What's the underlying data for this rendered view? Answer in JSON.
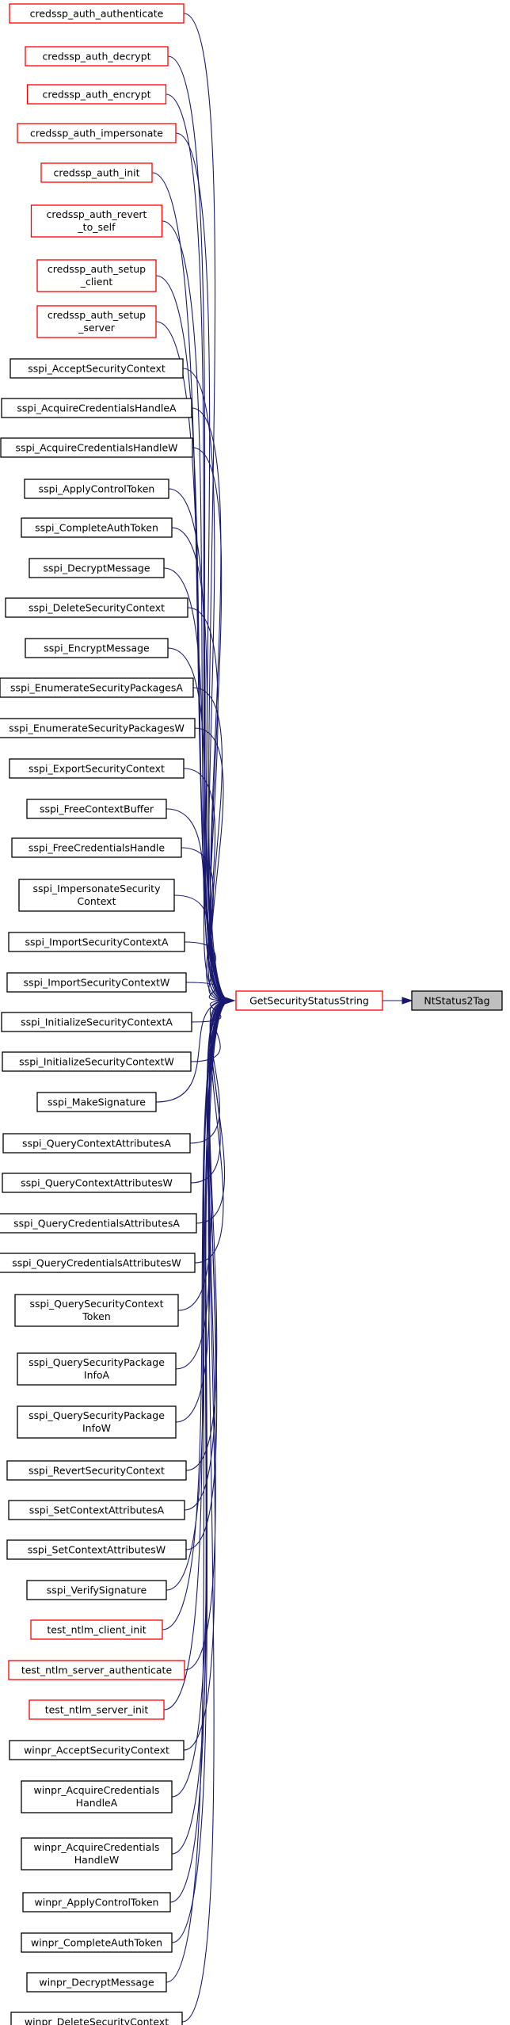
{
  "diagram": {
    "center": {
      "label": "GetSecurityStatusString",
      "style": "red"
    },
    "target": {
      "label": "NtStatus2Tag",
      "style": "target"
    },
    "callers": [
      {
        "lines": [
          "credssp_auth_authenticate"
        ],
        "style": "red"
      },
      {
        "lines": [
          "credssp_auth_decrypt"
        ],
        "style": "red"
      },
      {
        "lines": [
          "credssp_auth_encrypt"
        ],
        "style": "red"
      },
      {
        "lines": [
          "credssp_auth_impersonate"
        ],
        "style": "red"
      },
      {
        "lines": [
          "credssp_auth_init"
        ],
        "style": "red"
      },
      {
        "lines": [
          "credssp_auth_revert",
          "_to_self"
        ],
        "style": "red"
      },
      {
        "lines": [
          "credssp_auth_setup",
          "_client"
        ],
        "style": "red"
      },
      {
        "lines": [
          "credssp_auth_setup",
          "_server"
        ],
        "style": "red"
      },
      {
        "lines": [
          "sspi_AcceptSecurityContext"
        ],
        "style": "black"
      },
      {
        "lines": [
          "sspi_AcquireCredentialsHandleA"
        ],
        "style": "black"
      },
      {
        "lines": [
          "sspi_AcquireCredentialsHandleW"
        ],
        "style": "black"
      },
      {
        "lines": [
          "sspi_ApplyControlToken"
        ],
        "style": "black"
      },
      {
        "lines": [
          "sspi_CompleteAuthToken"
        ],
        "style": "black"
      },
      {
        "lines": [
          "sspi_DecryptMessage"
        ],
        "style": "black"
      },
      {
        "lines": [
          "sspi_DeleteSecurityContext"
        ],
        "style": "black"
      },
      {
        "lines": [
          "sspi_EncryptMessage"
        ],
        "style": "black"
      },
      {
        "lines": [
          "sspi_EnumerateSecurityPackagesA"
        ],
        "style": "black"
      },
      {
        "lines": [
          "sspi_EnumerateSecurityPackagesW"
        ],
        "style": "black"
      },
      {
        "lines": [
          "sspi_ExportSecurityContext"
        ],
        "style": "black"
      },
      {
        "lines": [
          "sspi_FreeContextBuffer"
        ],
        "style": "black"
      },
      {
        "lines": [
          "sspi_FreeCredentialsHandle"
        ],
        "style": "black"
      },
      {
        "lines": [
          "sspi_ImpersonateSecurity",
          "Context"
        ],
        "style": "black"
      },
      {
        "lines": [
          "sspi_ImportSecurityContextA"
        ],
        "style": "black"
      },
      {
        "lines": [
          "sspi_ImportSecurityContextW"
        ],
        "style": "black"
      },
      {
        "lines": [
          "sspi_InitializeSecurityContextA"
        ],
        "style": "black"
      },
      {
        "lines": [
          "sspi_InitializeSecurityContextW"
        ],
        "style": "black"
      },
      {
        "lines": [
          "sspi_MakeSignature"
        ],
        "style": "black"
      },
      {
        "lines": [
          "sspi_QueryContextAttributesA"
        ],
        "style": "black"
      },
      {
        "lines": [
          "sspi_QueryContextAttributesW"
        ],
        "style": "black"
      },
      {
        "lines": [
          "sspi_QueryCredentialsAttributesA"
        ],
        "style": "black"
      },
      {
        "lines": [
          "sspi_QueryCredentialsAttributesW"
        ],
        "style": "black"
      },
      {
        "lines": [
          "sspi_QuerySecurityContext",
          "Token"
        ],
        "style": "black"
      },
      {
        "lines": [
          "sspi_QuerySecurityPackage",
          "InfoA"
        ],
        "style": "black"
      },
      {
        "lines": [
          "sspi_QuerySecurityPackage",
          "InfoW"
        ],
        "style": "black"
      },
      {
        "lines": [
          "sspi_RevertSecurityContext"
        ],
        "style": "black"
      },
      {
        "lines": [
          "sspi_SetContextAttributesA"
        ],
        "style": "black"
      },
      {
        "lines": [
          "sspi_SetContextAttributesW"
        ],
        "style": "black"
      },
      {
        "lines": [
          "sspi_VerifySignature"
        ],
        "style": "black"
      },
      {
        "lines": [
          "test_ntlm_client_init"
        ],
        "style": "red"
      },
      {
        "lines": [
          "test_ntlm_server_authenticate"
        ],
        "style": "red"
      },
      {
        "lines": [
          "test_ntlm_server_init"
        ],
        "style": "red"
      },
      {
        "lines": [
          "winpr_AcceptSecurityContext"
        ],
        "style": "black"
      },
      {
        "lines": [
          "winpr_AcquireCredentials",
          "HandleA"
        ],
        "style": "black"
      },
      {
        "lines": [
          "winpr_AcquireCredentials",
          "HandleW"
        ],
        "style": "black"
      },
      {
        "lines": [
          "winpr_ApplyControlToken"
        ],
        "style": "black"
      },
      {
        "lines": [
          "winpr_CompleteAuthToken"
        ],
        "style": "black"
      },
      {
        "lines": [
          "winpr_DecryptMessage"
        ],
        "style": "black"
      },
      {
        "lines": [
          "winpr_DeleteSecurityContext"
        ],
        "style": "black"
      }
    ]
  }
}
